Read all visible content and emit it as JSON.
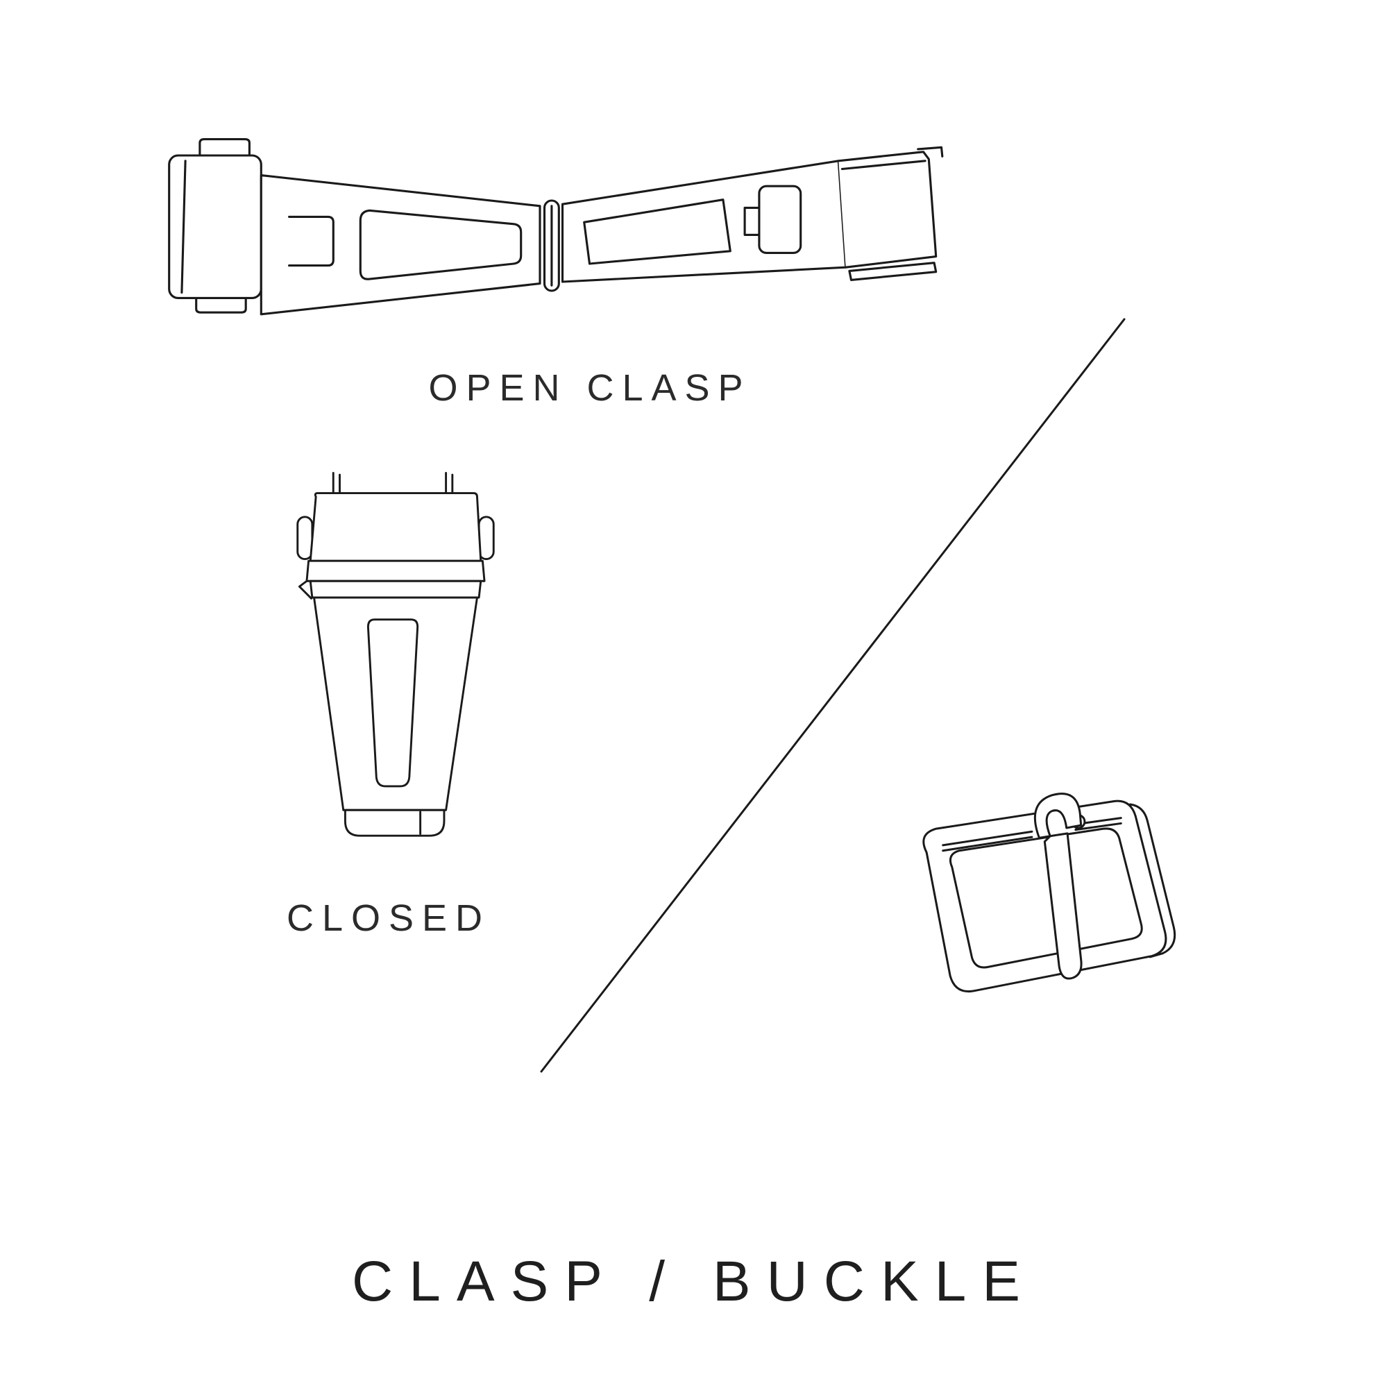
{
  "colors": {
    "background": "#ffffff",
    "line": "#1a1a1a",
    "text": "#2b2b2b"
  },
  "title": "CLASP / BUCKLE",
  "figures": {
    "open_clasp": {
      "icon": "open-clasp-illustration",
      "label": "OPEN CLASP"
    },
    "closed_clasp": {
      "icon": "closed-clasp-illustration",
      "label": "CLOSED"
    },
    "buckle": {
      "icon": "tang-buckle-illustration"
    },
    "divider": {
      "icon": "diagonal-divider-line"
    }
  }
}
